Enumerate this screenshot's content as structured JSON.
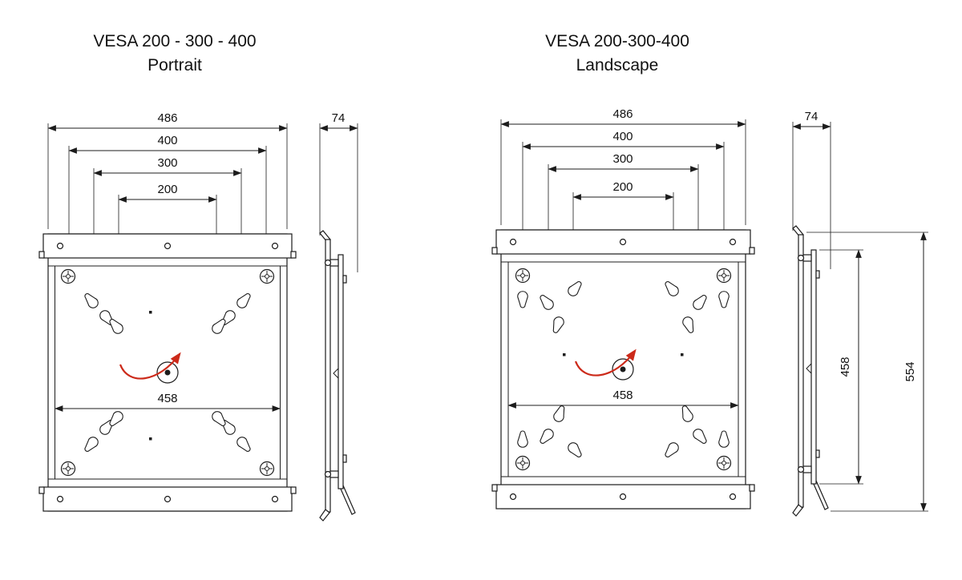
{
  "portrait": {
    "title": "VESA 200 - 300 - 400",
    "subtitle": "Portrait",
    "dims": {
      "overall_width": "486",
      "vesa_400": "400",
      "vesa_300": "300",
      "vesa_200": "200",
      "depth": "74",
      "inner_width": "458"
    }
  },
  "landscape": {
    "title": "VESA 200-300-400",
    "subtitle": "Landscape",
    "dims": {
      "overall_width": "486",
      "vesa_400": "400",
      "vesa_300": "300",
      "vesa_200": "200",
      "depth": "74",
      "inner_width": "458",
      "inner_height": "458",
      "overall_height": "554"
    }
  },
  "colors": {
    "line": "#1c1c1c",
    "rotation_arrow": "#cc2a1a",
    "background": "#ffffff"
  }
}
